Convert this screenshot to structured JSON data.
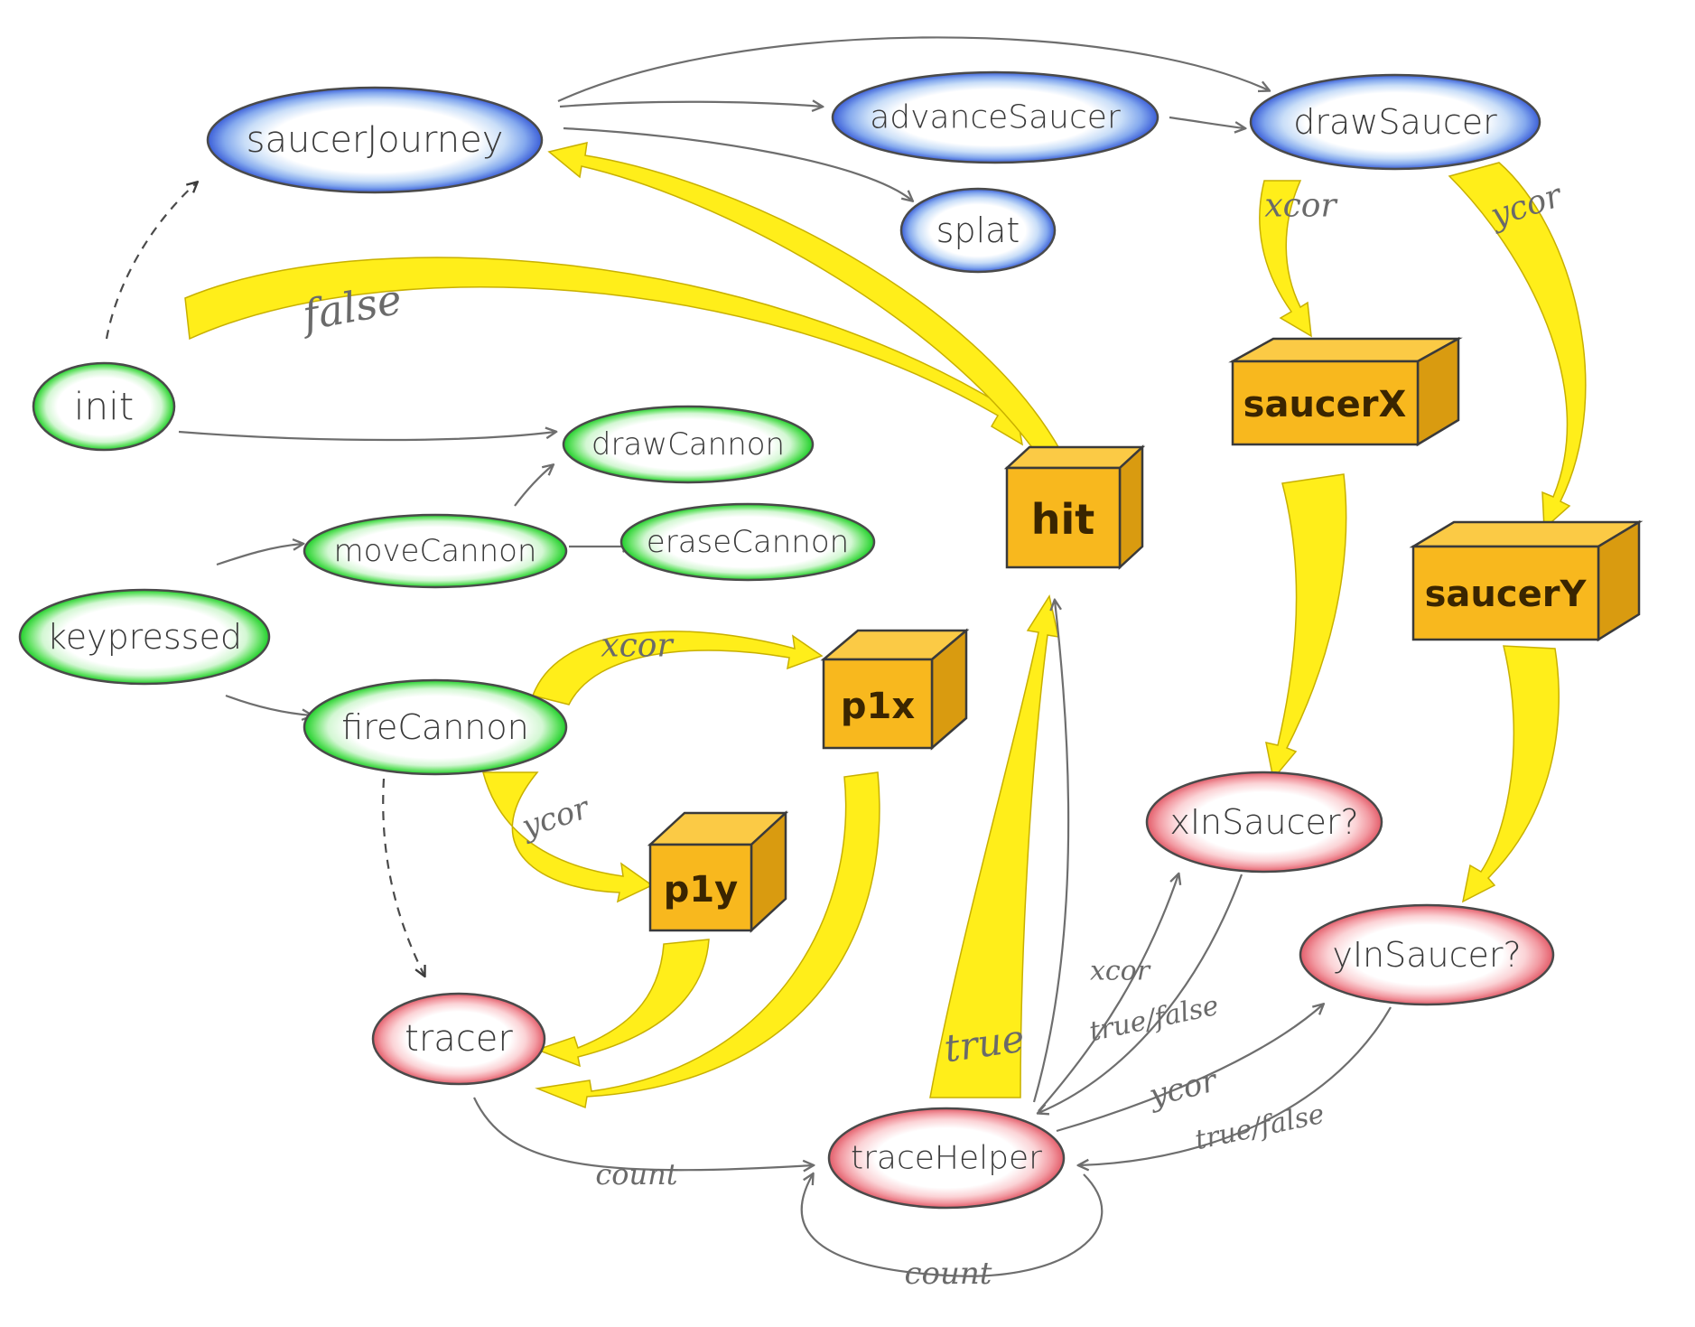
{
  "colors": {
    "blue": "#3b5ed8",
    "green": "#2fd43a",
    "red": "#e35d6a",
    "box_fill": "#f8b81e",
    "box_side": "#d99b10",
    "yellow_flow": "#ffee1a",
    "thin_line": "#6e6e6e"
  },
  "nodes": {
    "saucerJourney": "saucerJourney",
    "advanceSaucer": "advanceSaucer",
    "drawSaucer": "drawSaucer",
    "splat": "splat",
    "init": "init",
    "drawCannon": "drawCannon",
    "moveCannon": "moveCannon",
    "eraseCannon": "eraseCannon",
    "keypressed": "keypressed",
    "fireCannon": "fireCannon",
    "tracer": "tracer",
    "traceHelper": "traceHelper",
    "xInSaucer": "xInSaucer?",
    "yInSaucer": "yInSaucer?"
  },
  "variables": {
    "hit": "hit",
    "saucerX": "saucerX",
    "saucerY": "saucerY",
    "p1x": "p1x",
    "p1y": "p1y"
  },
  "edge_labels": {
    "false": "false",
    "true": "true",
    "xcor_draw": "xcor",
    "ycor_draw": "ycor",
    "xcor_fire": "xcor",
    "ycor_fire": "ycor",
    "xcor_trace": "xcor",
    "truefalse_x": "true/false",
    "ycor_trace": "ycor",
    "truefalse_y": "true/false",
    "count_tracer": "count",
    "count_loop": "count"
  }
}
